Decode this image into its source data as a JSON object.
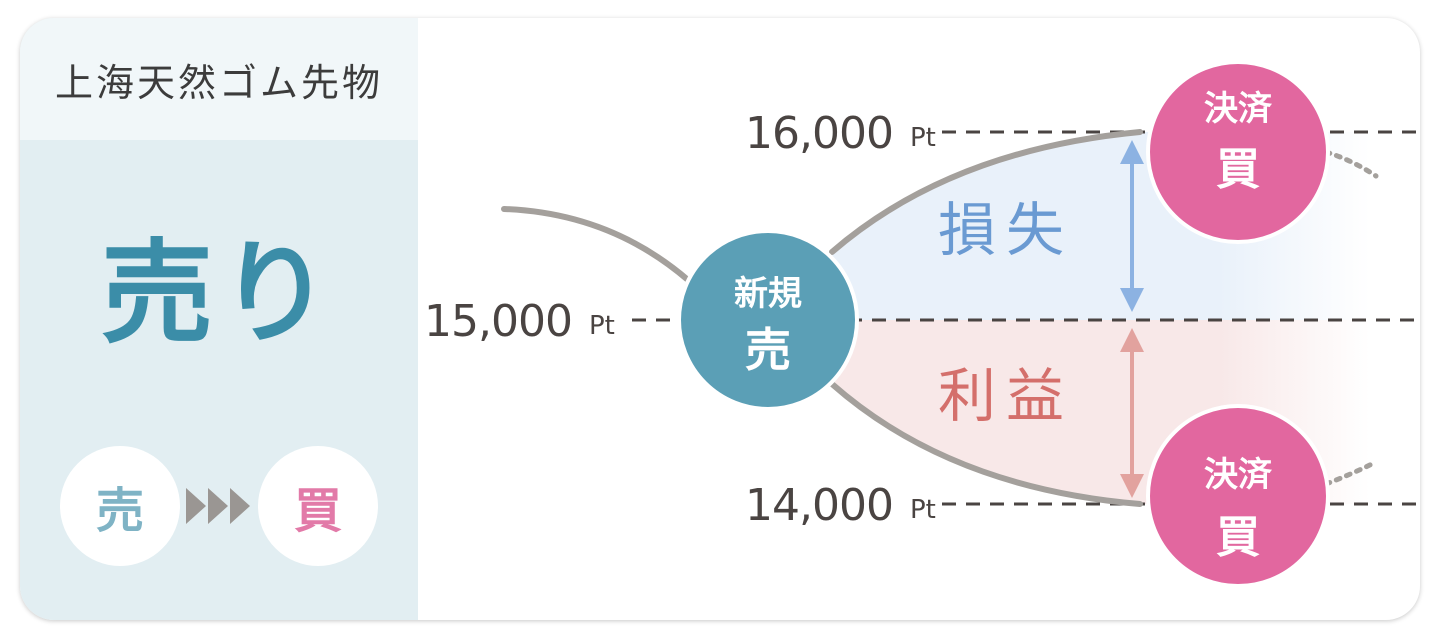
{
  "panel": {
    "title": "上海天然ゴム先物",
    "position_label": "売り",
    "flow": {
      "from": "売",
      "to": "買"
    }
  },
  "prices": {
    "high": {
      "value": "16,000",
      "unit": "Pt"
    },
    "entry": {
      "value": "15,000",
      "unit": "Pt"
    },
    "low": {
      "value": "14,000",
      "unit": "Pt"
    }
  },
  "entry_circle": {
    "line1": "新規",
    "line2": "売"
  },
  "exit_circle_top": {
    "line1": "決済",
    "line2": "買"
  },
  "exit_circle_bottom": {
    "line1": "決済",
    "line2": "買"
  },
  "regions": {
    "loss": "損失",
    "profit": "利益"
  },
  "colors": {
    "teal": "#3b8da8",
    "entry_circle": "#5b9fb6",
    "exit_circle": "#e2679f",
    "loss_text": "#6a9ad2",
    "loss_fill": "#e9f1fa",
    "profit_text": "#d46f6b",
    "profit_fill": "#f8e8e8",
    "curve": "#a4a09c"
  }
}
